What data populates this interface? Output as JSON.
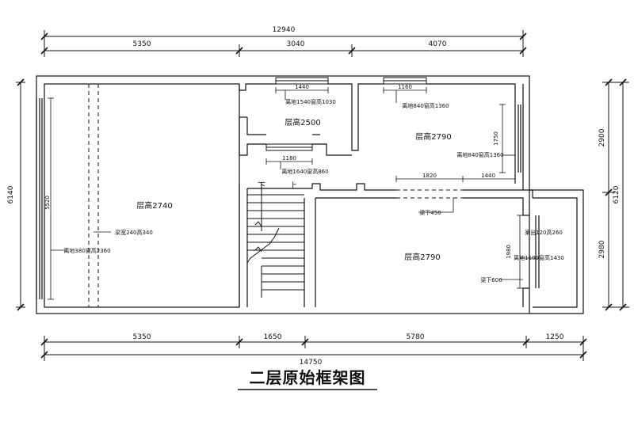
{
  "title": "二层原始框架图",
  "dimensions": {
    "top_total": "12940",
    "top_segments": [
      "5350",
      "3040",
      "4070"
    ],
    "bottom_total": "14750",
    "bottom_segments": [
      "5350",
      "1650",
      "5780",
      "1250"
    ],
    "left_total": "6140",
    "right_total": "6120",
    "right_segments": [
      "2900",
      "2980"
    ]
  },
  "rooms": {
    "big_left": "层高2740",
    "middle": "层高2500",
    "upper_right": "层高2790",
    "lower_right": "层高2790"
  },
  "stairs": {
    "down": "下",
    "up": "上"
  },
  "annotations": {
    "window_top_mid_width": "1440",
    "window_top_mid_note": "离地1540窗高1030",
    "window_top_right_width": "1160",
    "window_top_right_note": "离地840窗高1360",
    "window_inner_width": "1180",
    "window_inner_note": "离地1640窗高860",
    "upper_right_window_height": "1750",
    "upper_right_window_note": "离地840窗高1360",
    "beam_span_a": "1820",
    "beam_span_b": "1440",
    "beam_450": "梁下450",
    "left_room_depth": "5520",
    "beam_240": "梁宽240高340",
    "left_window_note": "离地380窗高2360",
    "beam_120": "梁出120高260",
    "right_window_note": "离地1100窗高1430",
    "right_window_height": "1980",
    "beam_600": "梁下600"
  }
}
